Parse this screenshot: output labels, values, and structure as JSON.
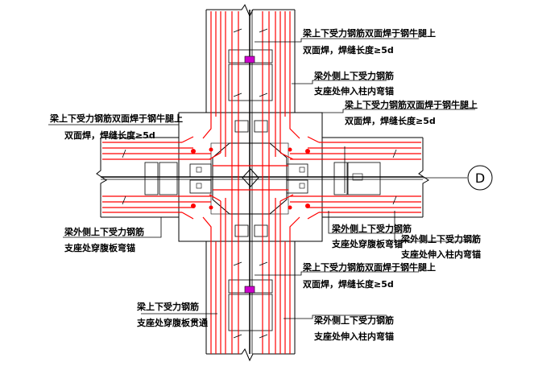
{
  "labels": {
    "top_weld_l1": "梁上下受力钢筋双面焊于钢牛腿上",
    "top_weld_l2": "双面焊，焊缝长度≥5d",
    "top_bend_l1": "梁外侧上下受力钢筋",
    "top_bend_l2": "支座处伸入柱内弯锚",
    "right_weld_l1": "梁上下受力钢筋双面焊于钢牛腿上",
    "right_weld_l2": "双面焊，焊缝长度≥5d",
    "left_weld_l1": "梁上下受力钢筋双面焊于钢牛腿上",
    "left_weld_l2": "双面焊，焊缝长度≥5d",
    "left_web_l1": "梁外侧上下受力钢筋",
    "left_web_l2": "支座处穿腹板弯锚",
    "mid_web_l1": "梁外侧上下受力钢筋",
    "mid_web_l2": "支座处穿腹板弯锚",
    "right_bend_l1": "梁外侧上下受力钢筋",
    "right_bend_l2": "支座处伸入柱内弯锚",
    "bot_weld_l1": "梁上下受力钢筋双面焊于钢牛腿上",
    "bot_weld_l2": "双面焊，焊缝长度≥5d",
    "bot_through_l1": "梁上下受力钢筋",
    "bot_through_l2": "支座处穿腹板贯通",
    "bot_bend_l1": "梁外侧上下受力钢筋",
    "bot_bend_l2": "支座处伸入柱内弯锚"
  },
  "axis": {
    "label": "D"
  },
  "colors": {
    "rebar": "#ff0000",
    "line": "#000000",
    "bolt": "#cc00cc"
  }
}
